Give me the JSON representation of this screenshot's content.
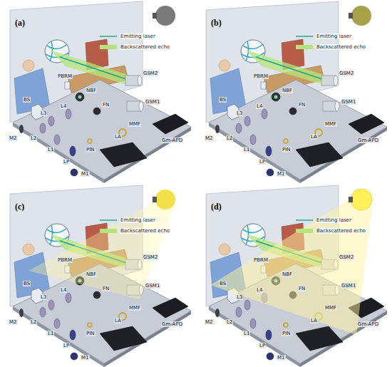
{
  "diagram": {
    "labels": [
      "(a)",
      "BS",
      "PBRM",
      "NBF",
      "GSM2",
      "GSM1",
      "M2",
      "L2",
      "L3",
      "L4",
      "FN",
      "MMF",
      "Gm-APD",
      "L1",
      "LP",
      "PIN",
      "LA",
      "M1",
      "(b)",
      "BS",
      "PBRM",
      "NBF",
      "GSM2",
      "GSM1",
      "M2",
      "L2",
      "L3",
      "L4",
      "FN",
      "MMF",
      "Gm-APD",
      "L1",
      "LP",
      "PIN",
      "LA",
      "M1",
      "(c)",
      "BS",
      "PBRM",
      "NBF",
      "GSM2",
      "GSM1",
      "M2",
      "L2",
      "L3",
      "L4",
      "FN",
      "MMF",
      "Gm-APD",
      "L1",
      "LP",
      "PIN",
      "LA",
      "M1",
      "(d)",
      "BS",
      "PBRM",
      "NBF",
      "GSM2",
      "GSM1",
      "M2",
      "L2",
      "L3",
      "L4",
      "FN",
      "MMF",
      "Gm-APD",
      "L1",
      "LP",
      "PIN",
      "LA",
      "M1"
    ],
    "legend": [
      {
        "text": "Emitting laser"
      },
      {
        "text": "Backscattered echo",
        "color": "#b5e57a"
      },
      {
        "text": "Emitting laser"
      },
      {
        "text": "Backscattered echo",
        "color": "#b5e57a"
      },
      {
        "text": "Emitting laser"
      },
      {
        "text": "Backscattered echo",
        "color": "#b5e57a"
      },
      {
        "text": "Emitting laser"
      },
      {
        "text": "Backscattered echo",
        "color": "#b5e57a"
      }
    ]
  }
}
